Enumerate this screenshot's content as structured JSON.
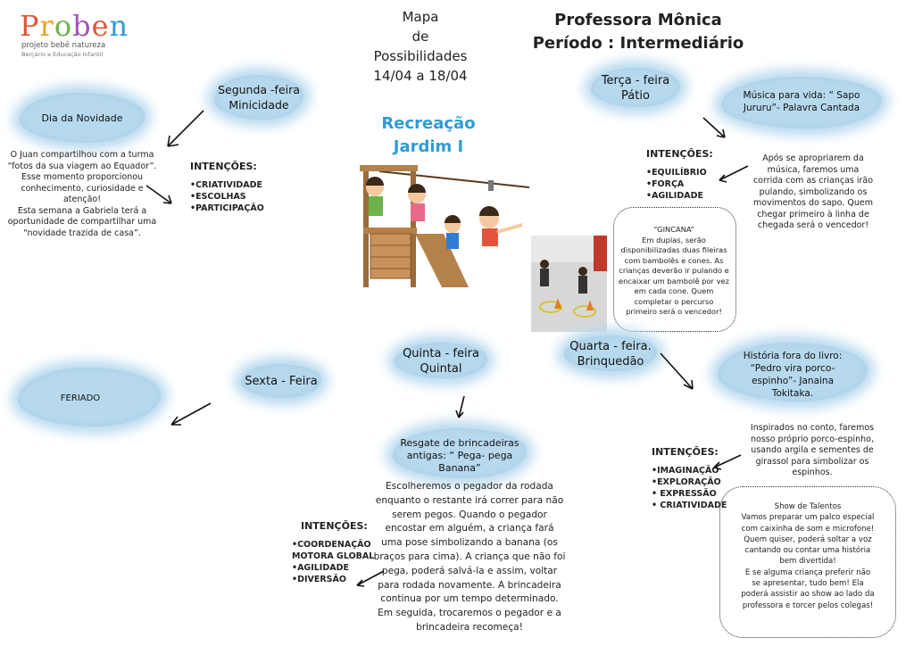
{
  "logo": {
    "title_P": "P",
    "title_r": "r",
    "title_o": "o",
    "title_b": "b",
    "title_e": "e",
    "title_n": "n",
    "line1": "projeto bebê natureza",
    "line2": "Berçário e Educação Infantil"
  },
  "header": {
    "mapa_line1": "Mapa",
    "mapa_line2": "de",
    "mapa_line3": "Possibilidades",
    "mapa_line4": "14/04 a 18/04",
    "teacher": "Professora Mônica",
    "period": "Período : Intermediário",
    "recreacao": "Recreação",
    "jardim": "Jardim I"
  },
  "monday": {
    "day_line1": "Segunda -feira",
    "day_line2": "Minicidade",
    "novelty": "Dia da Novidade",
    "description": [
      "O Juan compartilhou com a turma",
      "“fotos da sua viagem ao Equador”.",
      "Esse momento proporcionou",
      "conhecimento, curiosidade e",
      "atenção!",
      "Esta semana a Gabriela terá a",
      "oportunidade de compartilhar uma",
      "“novidade trazida de casa”."
    ],
    "intentions_title": "INTENÇÕES:",
    "intentions": [
      "•CRIATIVIDADE",
      "•ESCOLHAS",
      "•PARTICIPAÇÃO"
    ]
  },
  "tuesday": {
    "day_line1": "Terça - feira",
    "day_line2": "Pátio",
    "activity_line1": "Música para vida: “ Sapo",
    "activity_line2": "Jururu”- Palavra Cantada",
    "description": [
      "Após se apropriarem da",
      "música, faremos uma",
      "corrida com as crianças irão",
      "pulando, simbolizando os",
      "movimentos do sapo. Quem",
      "chegar primeiro à linha de",
      "chegada será o vencedor!"
    ],
    "intentions_title": "INTENÇÕES:",
    "intentions": [
      "•EQUILÍBRIO",
      "•FORÇA",
      "•AGILIDADE"
    ]
  },
  "gincana": {
    "lines": [
      "“GINCANA”",
      "Em duplas, serão",
      "disponibilizadas duas fileiras",
      "com bambolês e cones. As",
      "crianças deverão ir pulando e",
      "encaixar um bambolê por vez",
      "em cada cone. Quem",
      "completar o percurso",
      "primeiro será o vencedor!"
    ]
  },
  "wednesday": {
    "day_line1": "Quarta - feira.",
    "day_line2": "Brinquedão",
    "activity_line1": "História fora do livro:",
    "activity_line2": "“Pedro vira porco-",
    "activity_line3": "espinho”- Janaina",
    "activity_line4": "Tokitaka.",
    "description": [
      "Inspirados no conto, faremos",
      "nosso próprio porco-espinho,",
      "usando argila e sementes de",
      "girassol para simbolizar os",
      "espinhos."
    ],
    "intentions_title": "INTENÇÕES:",
    "intentions": [
      "•IMAGINAÇÃO",
      "•EXPLORAÇÃO",
      "• EXPRESSÃO",
      "• CRIATIVIDADE"
    ]
  },
  "talent": {
    "lines": [
      "Show de Talentos",
      "Vamos preparar um palco especial",
      "com caixinha de som e microfone!",
      "Quem quiser, poderá soltar a voz",
      "cantando ou contar uma história",
      "bem divertida!",
      "E se alguma criança preferir não",
      "se apresentar, tudo bem! Ela",
      "poderá assistir ao show ao lado da",
      "professora e torcer pelos colegas!"
    ]
  },
  "thursday": {
    "day_line1": "Quinta - feira",
    "day_line2": "Quintal",
    "activity_line1": "Resgate de brincadeiras",
    "activity_line2": "antigas: “ Pega- pega",
    "activity_line3": "Banana”",
    "description": [
      "Escolheremos o pegador da rodada",
      "enquanto o restante irá correr para não",
      "serem pegos. Quando o pegador",
      "encostar em alguém, a criança fará",
      "uma pose simbolizando a banana (os",
      "braços para cima). A criança que não foi",
      "pega, poderá salvá-la e assim, voltar",
      "para rodada novamente. A brincadeira",
      "continua por um tempo determinado.",
      "Em seguida, trocaremos o pegador e a",
      "brincadeira recomeça!"
    ],
    "intentions_title": "INTENÇÕES:",
    "intentions": [
      "•COORDENAÇÃO",
      "MOTORA GLOBAL",
      "•AGILIDADE",
      "•DIVERSÃO"
    ]
  },
  "friday": {
    "day": "Sexta - Feira",
    "activity": "FERIADO"
  },
  "colors": {
    "cloud": "#b7d9ee",
    "accent_blue": "#2f9bd6",
    "logo_red": "#e2553a",
    "logo_orange": "#f0a02a",
    "logo_green": "#6bb34a",
    "logo_purple": "#a055b8"
  }
}
